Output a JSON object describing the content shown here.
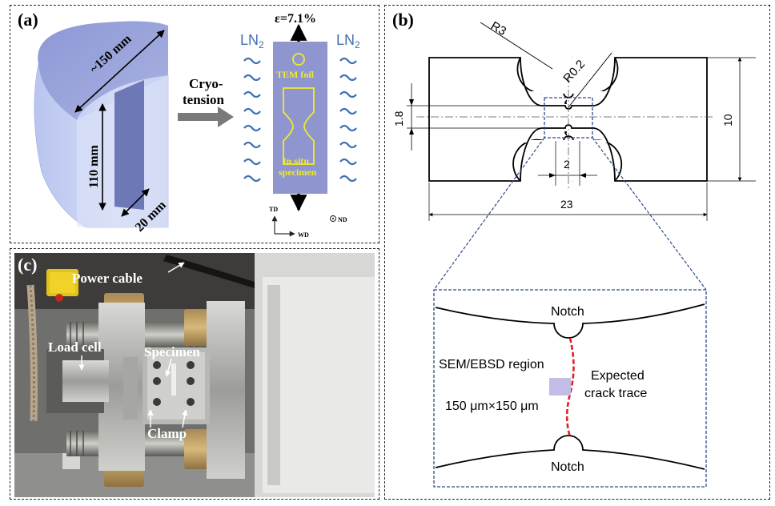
{
  "panel_a": {
    "label": "(a)",
    "dim_diameter": "~150 mm",
    "dim_height": "110 mm",
    "dim_thickness": "20 mm",
    "arrow_text_line1": "Cryo-",
    "arrow_text_line2": "tension",
    "strain": "ε=7.1%",
    "ln2_left": "LN",
    "ln2_right": "LN",
    "ln2_sub": "2",
    "tem_foil": "TEM foil",
    "insitu_line1": "In situ",
    "insitu_line2": "specimen",
    "axis_td": "TD",
    "axis_wd": "WD",
    "axis_nd": "ND",
    "colors": {
      "block": "#8f96cf",
      "highlight": "#f2ea2a",
      "ln2": "#3d6fb6",
      "cylinder": "#c9d2f2"
    }
  },
  "panel_b": {
    "label": "(b)",
    "dim_r3": "R3",
    "dim_r02": "R0.2",
    "dim_18": "1.8",
    "dim_10": "10",
    "dim_2": "2",
    "dim_23": "23",
    "notch_top": "Notch",
    "notch_bottom": "Notch",
    "region_label": "SEM/EBSD region",
    "region_size": "150 μm×150 μm",
    "crack_line1": "Expected",
    "crack_line2": "crack trace",
    "colors": {
      "zoom": "#2e4a8a",
      "crack": "#e0202a",
      "region": "#c2bde6"
    }
  },
  "panel_c": {
    "label": "(c)",
    "power_cable": "Power cable",
    "load_cell": "Load cell",
    "specimen": "Specimen",
    "clamp": "Clamp"
  }
}
